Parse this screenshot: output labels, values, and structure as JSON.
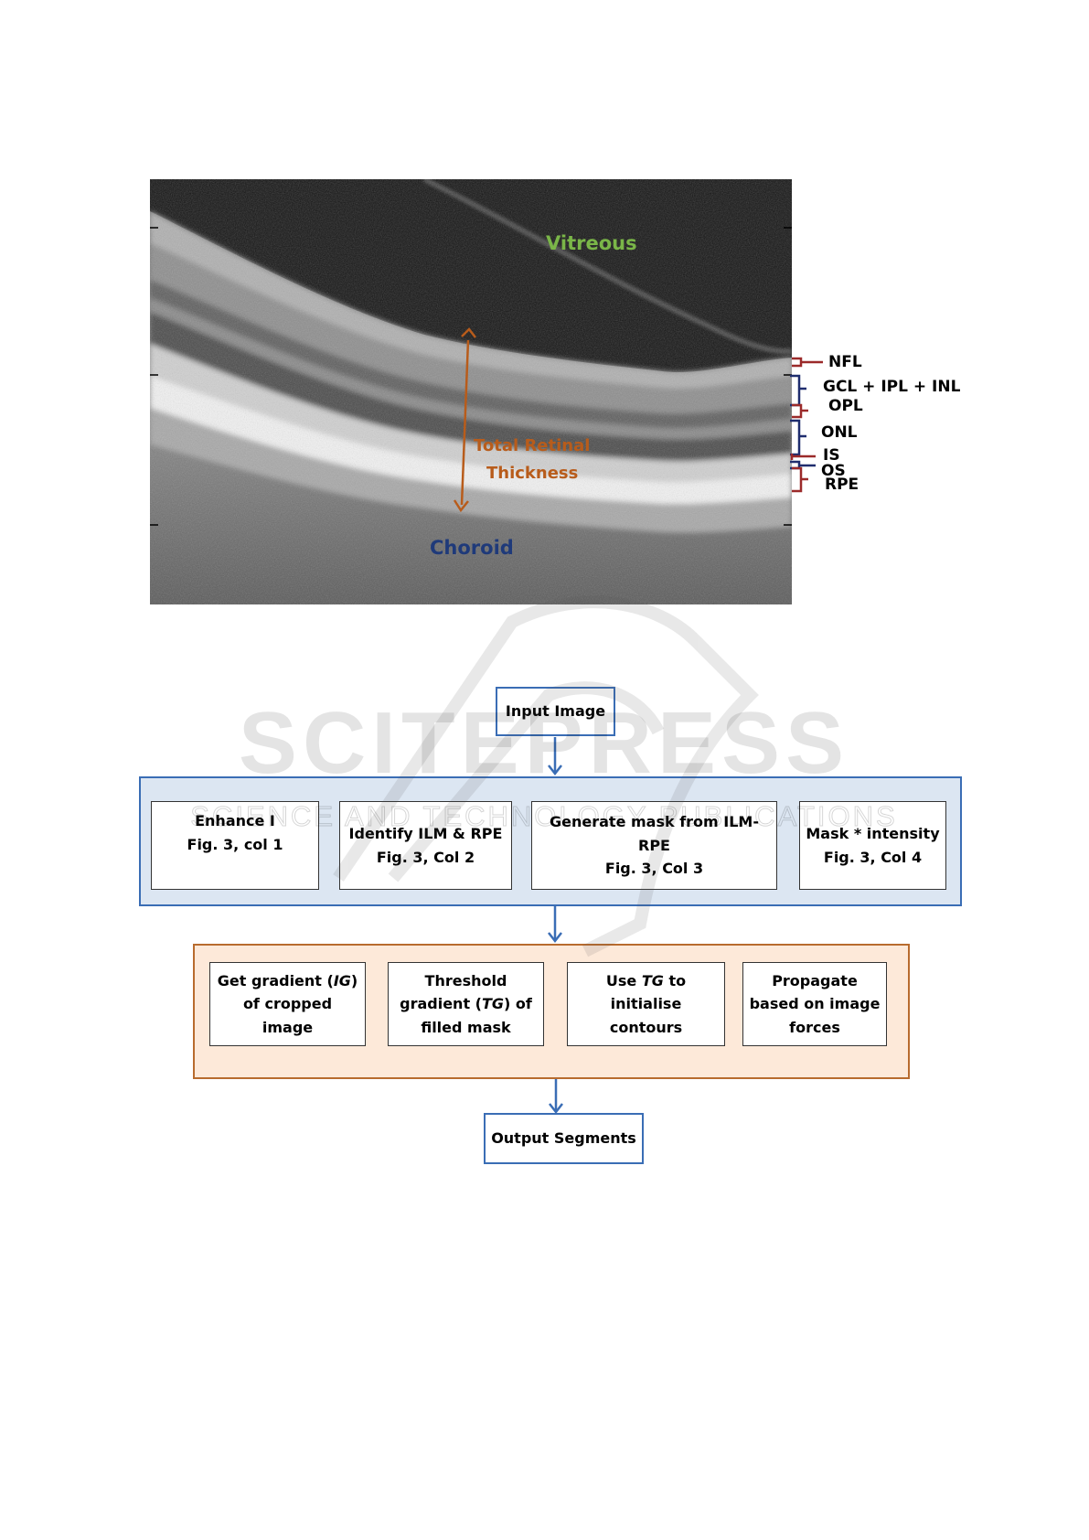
{
  "oct": {
    "labels": {
      "vitreous": "Vitreous",
      "choroid": "Choroid",
      "thickness_line1": "Total Retinal",
      "thickness_line2": "Thickness"
    },
    "layers": [
      "NFL",
      "GCL + IPL + INL",
      "OPL",
      "ONL",
      "IS",
      "OS",
      "RPE"
    ],
    "colors": {
      "vitreous": "#7ab648",
      "choroid": "#1f3a7a",
      "thickness": "#b85c1b",
      "bracket_red": "#9b2a2a",
      "bracket_blue": "#1f2d6e"
    }
  },
  "watermark": {
    "title": "SCITEPRESS",
    "subtitle": "SCIENCE AND TECHNOLOGY PUBLICATIONS"
  },
  "flow": {
    "input": "Input Image",
    "preprocess": [
      {
        "line1": "Enhance I",
        "line2": "Fig. 3, col 1"
      },
      {
        "line1": "Identify ILM & RPE",
        "line2": "Fig. 3, Col 2"
      },
      {
        "line1": "Generate mask from ILM-RPE",
        "line2": "Fig. 3, Col 3"
      },
      {
        "line1": "Mask * intensity",
        "line2": "Fig. 3, Col 4"
      }
    ],
    "segment": {
      "gradient_a": "Get gradient (",
      "gradient_it": "IG",
      "gradient_b": ")",
      "gradient_line2": "of cropped image",
      "threshold_line1": "Threshold",
      "threshold_a": "gradient (",
      "threshold_it": "TG",
      "threshold_b": ") of",
      "threshold_line3": "filled mask",
      "use_a": "Use ",
      "use_it": "TG",
      "use_b": " to",
      "use_line2": "initialise contours",
      "propagate_line1": "Propagate",
      "propagate_line2": "based on image",
      "propagate_line3": "forces"
    },
    "output": "Output Segments"
  }
}
